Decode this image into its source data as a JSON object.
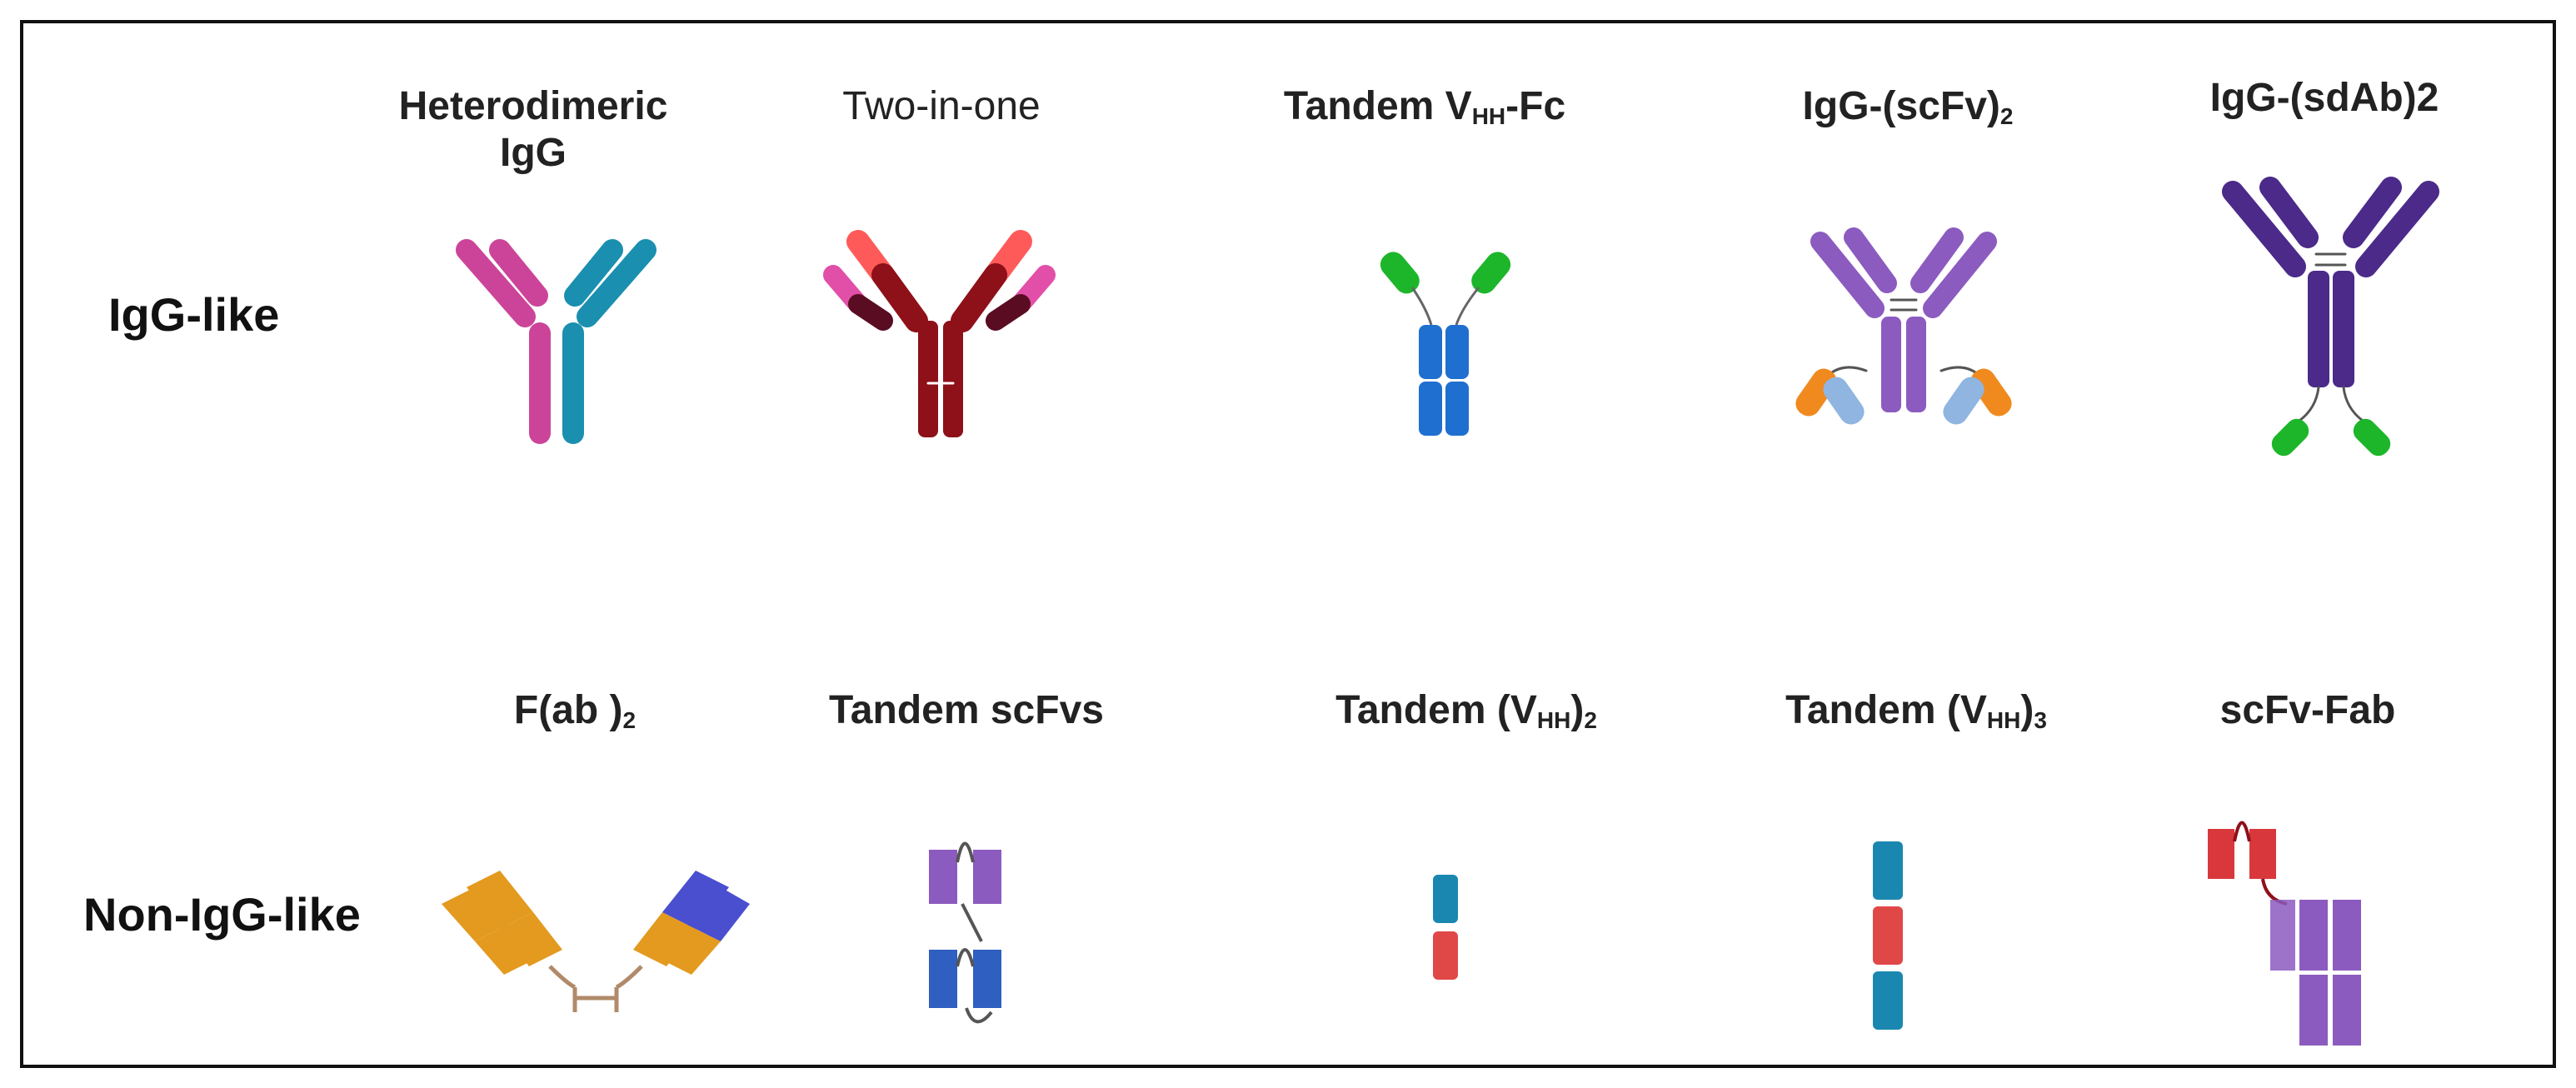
{
  "row_labels": {
    "igg_like": "IgG-like",
    "non_igg_like": "Non-IgG-like"
  },
  "igg_like_formats": [
    {
      "label": "Heterodimeric IgG",
      "line1": "Heterodimeric",
      "line2": "IgG"
    },
    {
      "label": "Two-in-one"
    },
    {
      "label": "Tandem VHH-Fc",
      "pre": "Tandem V",
      "sub": "HH",
      "post": "-Fc"
    },
    {
      "label": "IgG-(scFv)2",
      "pre": "IgG-(scFv)",
      "sub": "2"
    },
    {
      "label": "IgG-(sdAb)2"
    }
  ],
  "non_igg_like_formats": [
    {
      "label": "F(ab )2",
      "pre": "F(ab )",
      "sub": "2"
    },
    {
      "label": "Tandem scFvs"
    },
    {
      "label": "Tandem (VHH)2",
      "pre": "Tandem (V",
      "sub": "HH",
      "mid": ")",
      "sub2": "2"
    },
    {
      "label": "Tandem (VHH)3",
      "pre": "Tandem (V",
      "sub": "HH",
      "mid": ")",
      "sub2": "3"
    },
    {
      "label": "scFv-Fab"
    }
  ],
  "colors": {
    "magenta": "#cc4499",
    "teal": "#1a8fb0",
    "dark_red": "#8e1019",
    "salmon": "#ff5a5a",
    "pink": "#e24fa8",
    "green": "#1db62a",
    "blue": "#1f6fd0",
    "purple": "#8c5bbf",
    "orange": "#f08a1e",
    "light_blue": "#8fb5e0",
    "dark_purple": "#4b2a8a",
    "gold": "#e39a1f",
    "indigo": "#4a4fd0",
    "brown_hinge": "#b08a6a",
    "cyan_block": "#1a87b0",
    "red_block": "#e04848",
    "crimson": "#d8383c"
  }
}
